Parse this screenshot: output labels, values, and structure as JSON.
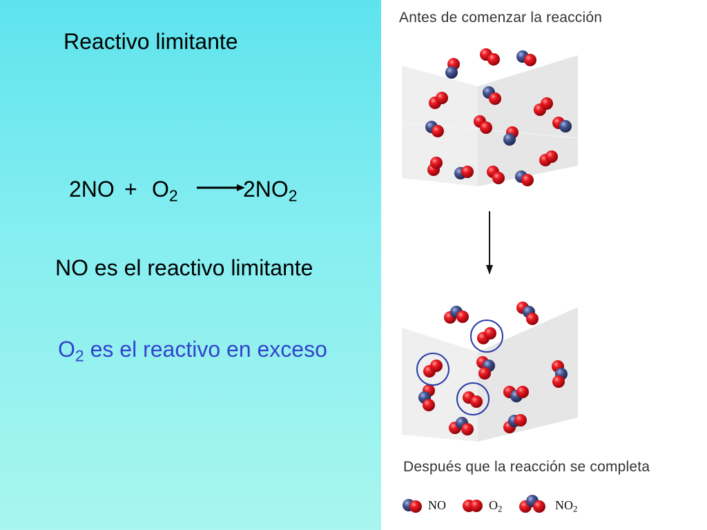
{
  "slide": {
    "title": "Reactivo limitante",
    "equation": {
      "reactant1": "2NO",
      "plus": "+",
      "reactant2_base": "O",
      "reactant2_sub": "2",
      "product_base": "2NO",
      "product_sub": "2"
    },
    "statement_limiting": "NO es el reactivo limitante",
    "statement_excess": {
      "base": "O",
      "sub": "2",
      "rest": " es el reactivo en exceso"
    }
  },
  "figure": {
    "before_caption": "Antes de comenzar la reacción",
    "after_caption": "Después que la reacción se completa",
    "legend": [
      {
        "base": "NO",
        "sub": ""
      },
      {
        "base": "O",
        "sub": "2"
      },
      {
        "base": "NO",
        "sub": "2"
      }
    ]
  },
  "colors": {
    "oxygen": "#e8111c",
    "nitrogen": "#3a4a86",
    "circle": "#2b3aa8",
    "excess_text": "#3344cc"
  }
}
